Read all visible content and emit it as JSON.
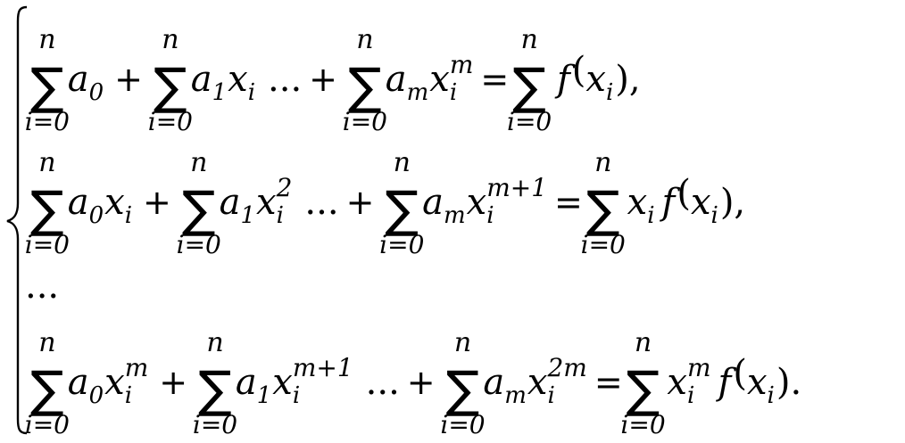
{
  "equation": {
    "sum_symbol": "∑",
    "upper_limit": "n",
    "lower_limit": "i=0",
    "plus": "+",
    "ellipsis": "...",
    "equals": "=",
    "row_ellipsis": "...",
    "rows": [
      {
        "terms": [
          {
            "coef": "a",
            "coef_sub": "0",
            "var": "",
            "var_sub": "",
            "var_sup": ""
          },
          {
            "coef": "a",
            "coef_sub": "1",
            "var": "x",
            "var_sub": "i",
            "var_sup": ""
          },
          {
            "coef": "a",
            "coef_sub": "m",
            "var": "x",
            "var_sub": "i",
            "var_sup": "m"
          }
        ],
        "rhs": {
          "pre": "",
          "pre_sub": "",
          "pre_sup": "",
          "func": "f",
          "arg": "x",
          "arg_sub": "i",
          "end": "),"
        }
      },
      {
        "terms": [
          {
            "coef": "a",
            "coef_sub": "0",
            "var": "x",
            "var_sub": "i",
            "var_sup": ""
          },
          {
            "coef": "a",
            "coef_sub": "1",
            "var": "x",
            "var_sub": "i",
            "var_sup": "2"
          },
          {
            "coef": "a",
            "coef_sub": "m",
            "var": "x",
            "var_sub": "i",
            "var_sup": "m+1"
          }
        ],
        "rhs": {
          "pre": "x",
          "pre_sub": "i",
          "pre_sup": "",
          "func": "f",
          "arg": "x",
          "arg_sub": "i",
          "end": "),"
        }
      },
      {
        "terms": [
          {
            "coef": "a",
            "coef_sub": "0",
            "var": "x",
            "var_sub": "i",
            "var_sup": "m"
          },
          {
            "coef": "a",
            "coef_sub": "1",
            "var": "x",
            "var_sub": "i",
            "var_sup": "m+1"
          },
          {
            "coef": "a",
            "coef_sub": "m",
            "var": "x",
            "var_sub": "i",
            "var_sup": "2m"
          }
        ],
        "rhs": {
          "pre": "x",
          "pre_sub": "i",
          "pre_sup": "m",
          "func": "f",
          "arg": "x",
          "arg_sub": "i",
          "end": ")."
        }
      }
    ]
  }
}
